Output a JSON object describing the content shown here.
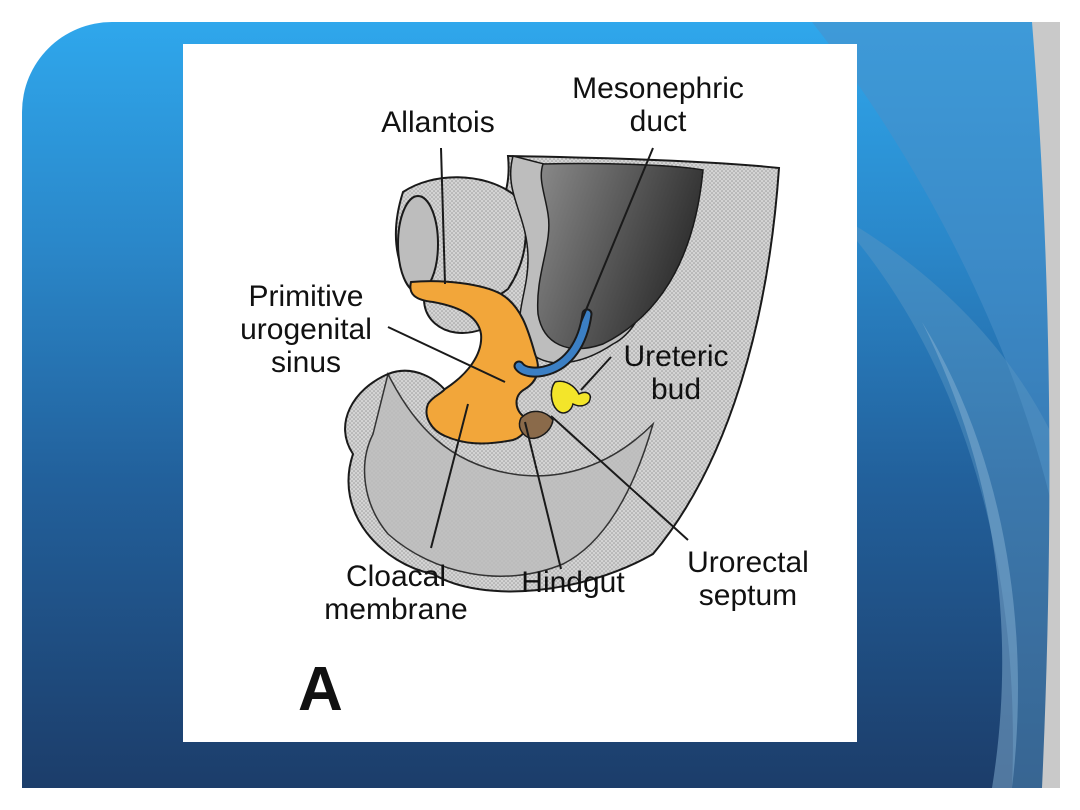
{
  "slide": {
    "colors": {
      "background_top": "#2fa7ec",
      "background_bottom": "#1c3d6a",
      "figure_background": "#ffffff"
    }
  },
  "diagram": {
    "panel_letter": "A",
    "labels": {
      "mesonephric_duct": [
        "Mesonephric",
        "duct"
      ],
      "allantois": [
        "Allantois"
      ],
      "primitive_urogenital_sinus": [
        "Primitive",
        "urogenital",
        "sinus"
      ],
      "ureteric_bud": [
        "Ureteric",
        "bud"
      ],
      "cloacal_membrane": [
        "Cloacal",
        "membrane"
      ],
      "hindgut": [
        "Hindgut"
      ],
      "urorectal_septum": [
        "Urorectal",
        "septum"
      ]
    },
    "colors": {
      "urogenital_sinus": "#f2a63a",
      "mesonephric_duct": "#3b7fc4",
      "ureteric_bud": "#f3e52a",
      "hindgut": "#8a6a4a",
      "tissue": "#c8c8c8"
    }
  }
}
